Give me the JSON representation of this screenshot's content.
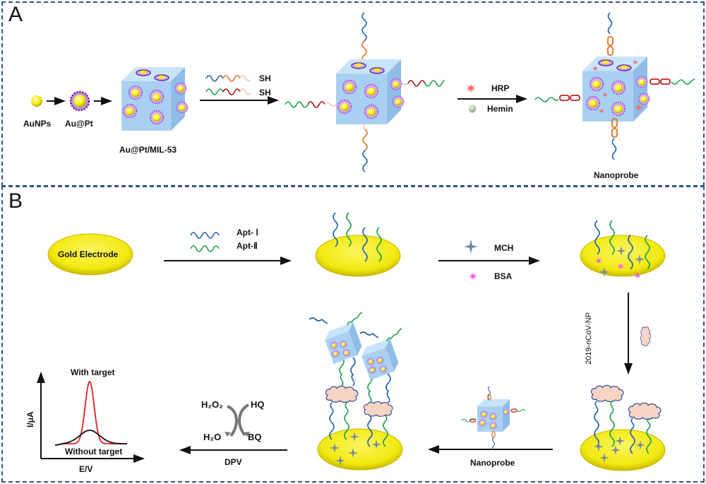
{
  "panels": {
    "a": {
      "label": "A",
      "labels": {
        "aunps": "AuNPs",
        "au_pt": "Au@Pt",
        "mof": "Au@Pt/MIL-53",
        "sh1": "SH",
        "sh2": "SH",
        "hrp": "HRP",
        "hemin": "Hemin",
        "nanoprobe": "Nanoprobe"
      }
    },
    "b": {
      "label": "B",
      "labels": {
        "gold_electrode": "Gold Electrode",
        "apt1": "Apt- Ⅰ",
        "apt2": "Apt-Ⅱ",
        "mch": "MCH",
        "bsa": "BSA",
        "target": "2019-nCoV-NP",
        "nanoprobe": "Nanoprobe",
        "dpv": "DPV",
        "h2o2": "H₂O₂",
        "hq": "HQ",
        "h2o": "H₂O",
        "bq": "BQ"
      },
      "dpv_plot": {
        "ylabel": "I/μA",
        "xlabel": "E/V",
        "with_target": "With target",
        "without_target": "Without target",
        "with_color": "#e02020",
        "without_color": "#111111"
      }
    }
  },
  "colors": {
    "border": "#2f5587",
    "gold": "#f4ee1a",
    "mof": "#a9d0f2",
    "apt_blue": "#1f5fb0",
    "apt_green": "#1aa04a",
    "orange": "#e07020",
    "darkred": "#a01010",
    "hrp": "#f07070",
    "bsa": "#f060f0",
    "mch": "#7a8aa0",
    "virus": "#f8d0c0",
    "pt": "#8c40c0"
  }
}
